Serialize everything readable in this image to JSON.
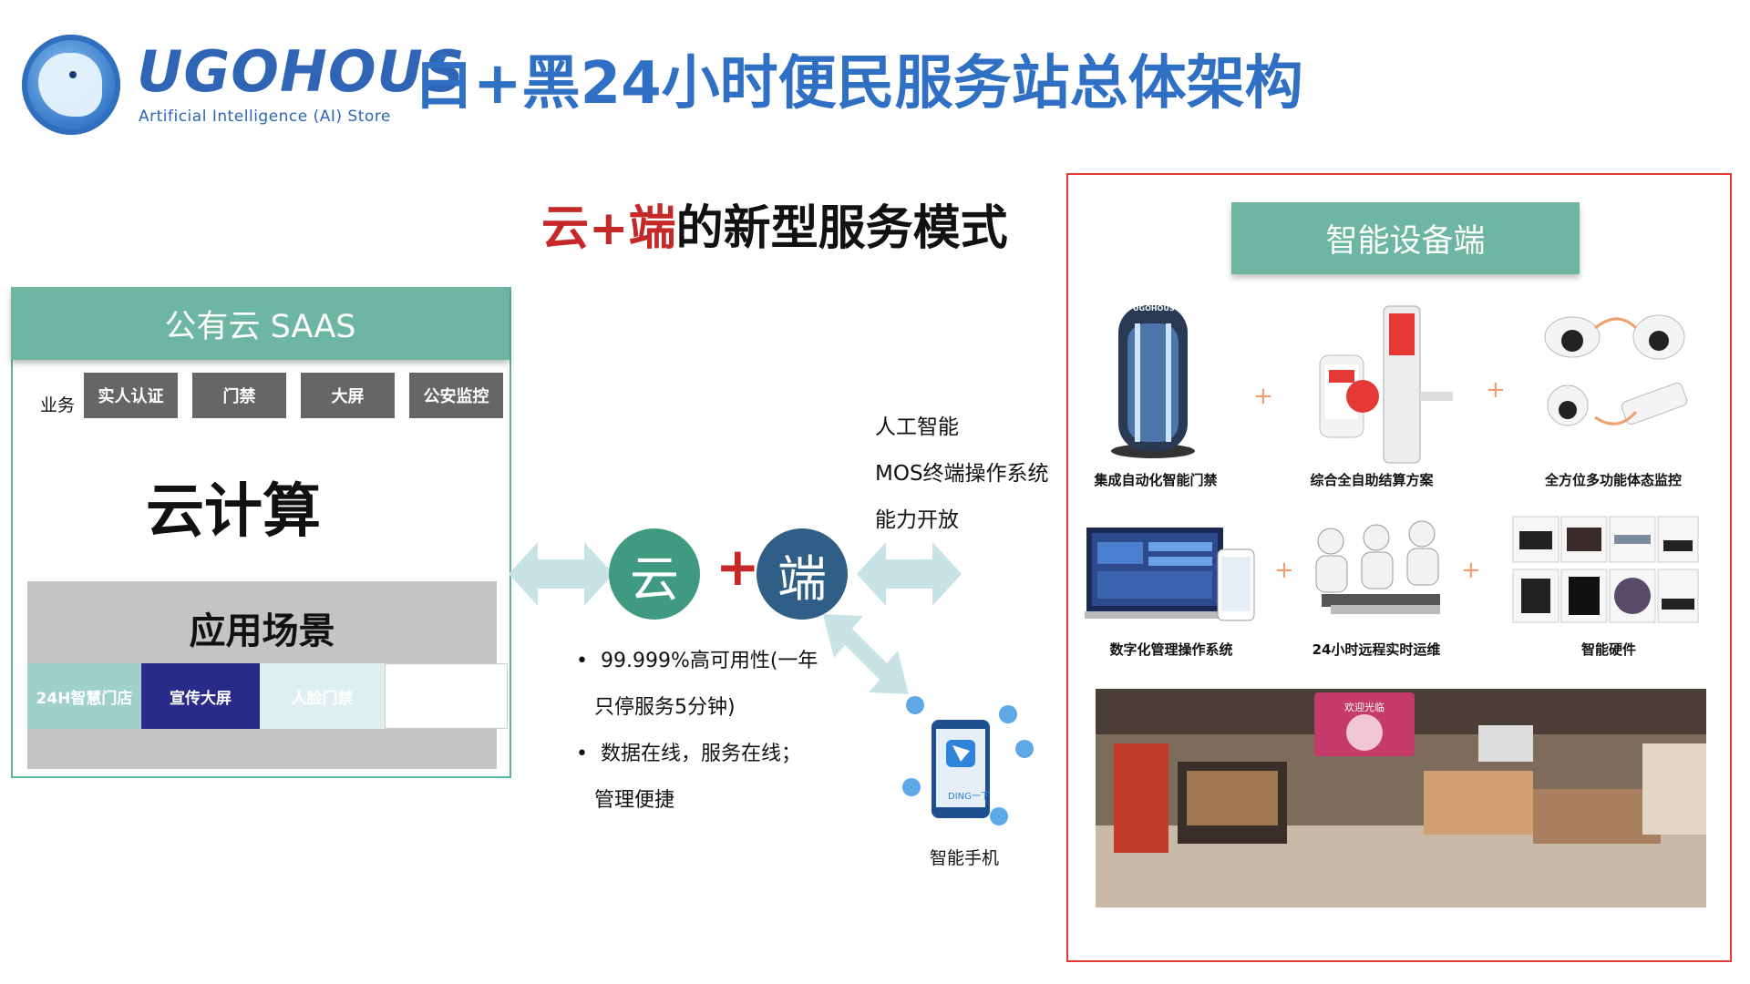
{
  "header": {
    "brand": "UGOHOUS",
    "brand_sub": "Artificial Intelligence (AI) Store",
    "title": "白+黑24小时便民服务站总体架构"
  },
  "subtitle": {
    "highlight": "云+端",
    "rest": "的新型服务模式"
  },
  "saas": {
    "header": "公有云 SAAS",
    "biz_label": "业务",
    "biz_items": [
      "实人认证",
      "门禁",
      "大屏",
      "公安监控"
    ],
    "cloud_calc": "云计算",
    "app_title": "应用场景",
    "app_items": [
      "24H智慧门店",
      "宣传大屏",
      "人脸门禁",
      ""
    ]
  },
  "center": {
    "cloud": "云",
    "plus": "+",
    "terminal": "端",
    "ai_lines": [
      "人工智能",
      "MOS终端操作系统",
      "能力开放"
    ],
    "bullets": [
      {
        "line1": "99.999%高可用性(一年",
        "line2": "只停服务5分钟)"
      },
      {
        "line1": "数据在线，服务在线；",
        "line2": "管理便捷"
      }
    ],
    "phone_screen": "DING一下",
    "phone_label": "智能手机"
  },
  "devices": {
    "header": "智能设备端",
    "plus": "+",
    "row1": [
      "集成自动化智能门禁",
      "综合全自助结算方案",
      "全方位多功能体态监控"
    ],
    "row2": [
      "数字化管理操作系统",
      "24小时远程实时运维",
      "智能硬件"
    ],
    "kiosk_brand": "UGOHOUS",
    "photo_screen_text": "欢迎光临"
  },
  "colors": {
    "accent_green": "#6db6a1",
    "title_blue": "#2f6fc4",
    "red": "#c62828",
    "circle_green": "#3f9a80",
    "circle_blue": "#2f5f86",
    "arrow": "#c8e3e6"
  }
}
